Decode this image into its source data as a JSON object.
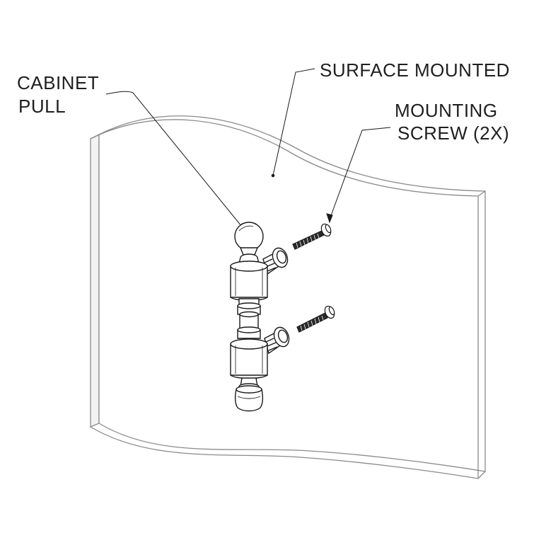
{
  "labels": {
    "cabinet_pull_line1": "CABINET",
    "cabinet_pull_line2": "PULL",
    "surface_mounted": "SURFACE MOUNTED",
    "mounting_screw_line1": "MOUNTING",
    "mounting_screw_line2": "SCREW (2X)"
  },
  "colors": {
    "line": "#1a1a1a",
    "panel_edge": "#8a8a8a",
    "panel_side_fill": "#f2f2f2",
    "background": "#ffffff"
  }
}
